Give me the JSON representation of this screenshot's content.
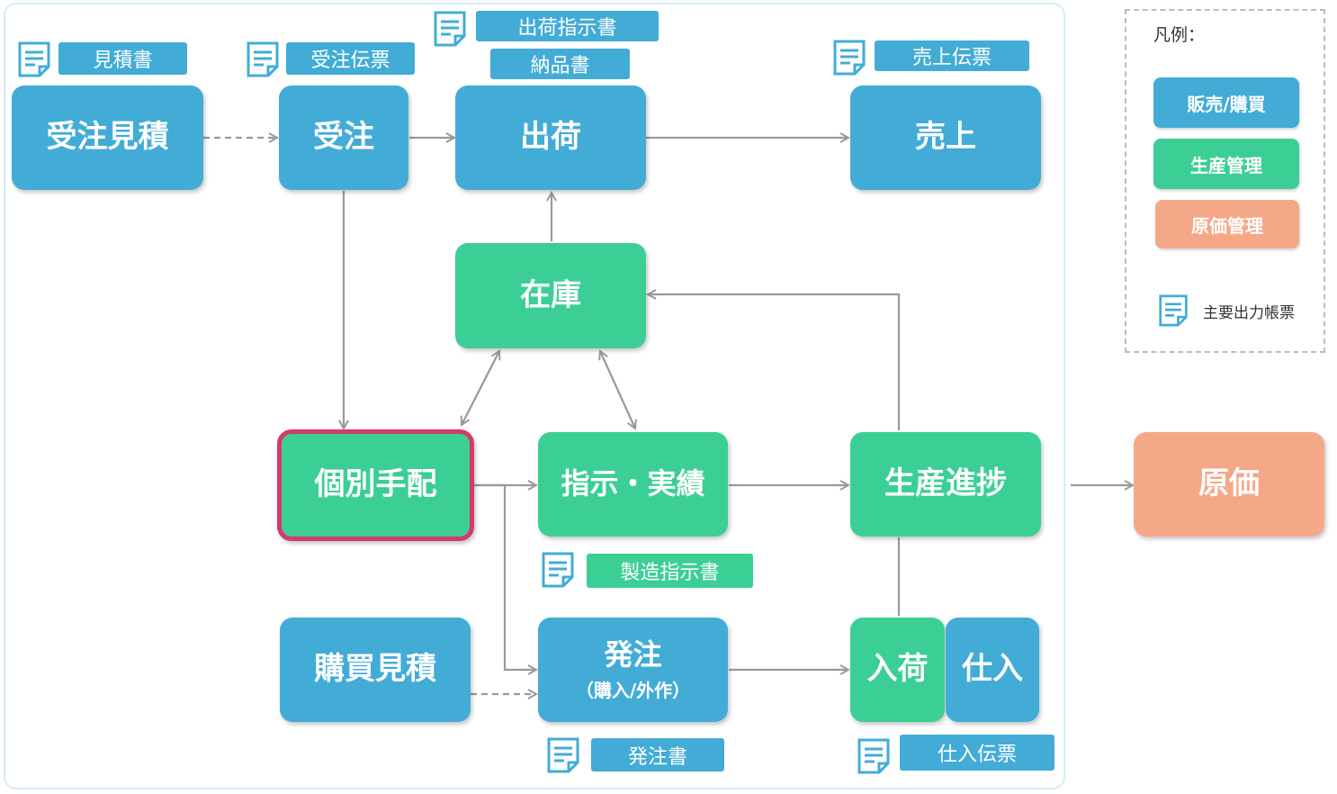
{
  "nodes": {
    "quote": "受注見積",
    "order": "受注",
    "shipping": "出荷",
    "sales": "売上",
    "inventory": "在庫",
    "arrange": "個別手配",
    "instruction": "指示・実績",
    "progress": "生産進捗",
    "cost": "原価",
    "purchase_quote": "購買見積",
    "po_main": "発注",
    "po_sub": "（購入/外作）",
    "receiving": "入荷",
    "stocking": "仕入"
  },
  "documents": {
    "quote_doc": "見積書",
    "order_slip": "受注伝票",
    "ship_instruction": "出荷指示書",
    "delivery_note": "納品書",
    "sales_slip": "売上伝票",
    "mfg_instruction": "製造指示書",
    "po_doc": "発注書",
    "purchase_slip": "仕入伝票"
  },
  "legend": {
    "title": "凡例：",
    "sales_purchase": "販売/購買",
    "production": "生産管理",
    "costing": "原価管理",
    "main_docs": "主要出力帳票"
  },
  "colors": {
    "sales_purchase": "#42acd6",
    "production": "#3ccf95",
    "costing": "#f5a888",
    "highlight_border": "#d43a6a",
    "arrow": "#999999"
  },
  "icons": {
    "document": "document-icon"
  }
}
